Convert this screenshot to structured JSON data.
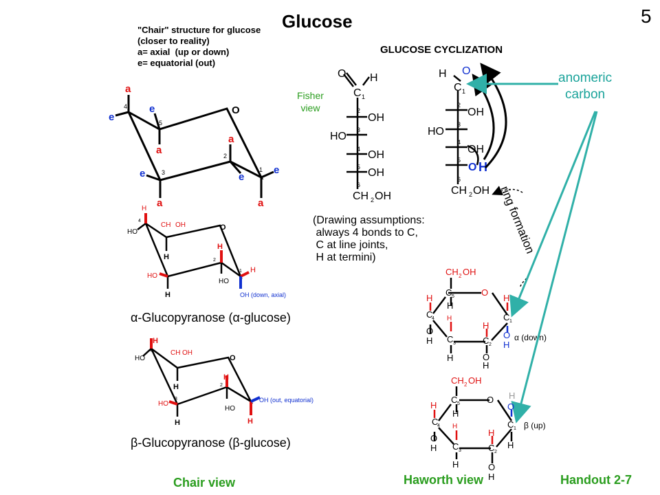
{
  "page_number": "5",
  "title": "Glucose",
  "chair_note": "\"Chair\" structure for glucose\n(closer to reality)\na= axial  (up or down)\ne= equatorial (out)",
  "cyclization_title": "GLUCOSE CYCLIZATION",
  "fisher_label": "Fisher\nview",
  "anomeric_label": "anomeric\ncarbon",
  "drawing_assumptions": "(Drawing assumptions:\n always 4 bonds to C,\n C at line joints,\n H at termini)",
  "ring_formation": "ring formation",
  "alpha_name": "α-Glucopyranose (α-glucose)",
  "beta_name": "β-Glucopyranose (β-glucose)",
  "alpha_oh_note": "OH (down, axial)",
  "beta_oh_note": "OH (out, equatorial)",
  "alpha_down": "α (down)",
  "beta_up": "β (up)",
  "footer": {
    "chair_view": "Chair view",
    "haworth_view": "Haworth view",
    "handout": "Handout 2-7"
  },
  "colors": {
    "red": "#e01010",
    "blue": "#1030d0",
    "green": "#2a9d1e",
    "teal": "#1aa39a",
    "arrow": "#30b0a8"
  }
}
